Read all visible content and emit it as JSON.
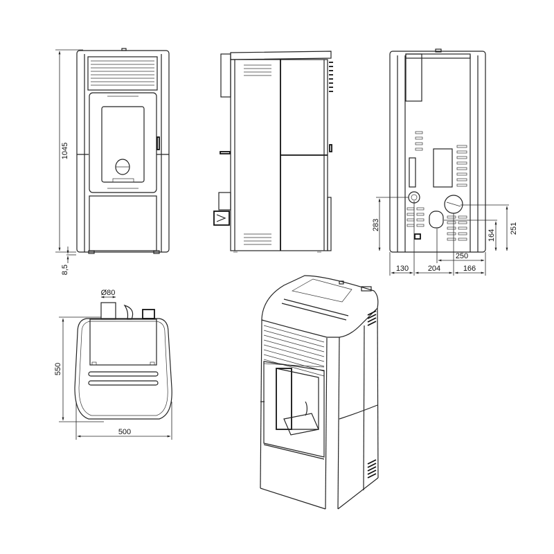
{
  "views": {
    "front": {
      "label": "front-view"
    },
    "side": {
      "label": "side-view"
    },
    "rear": {
      "label": "rear-view"
    },
    "top": {
      "label": "top-view"
    },
    "iso": {
      "label": "isometric-view"
    }
  },
  "dimensions": {
    "height": "1045",
    "foot": "8,5",
    "rear_outlet_height": "283",
    "rear_left": "130",
    "rear_mid": "204",
    "rear_right": "166",
    "rear_offset": "250",
    "rear_inlet_h1": "164",
    "rear_inlet_h2": "251",
    "flue_diameter": "Ø80",
    "depth": "550",
    "width": "500"
  }
}
